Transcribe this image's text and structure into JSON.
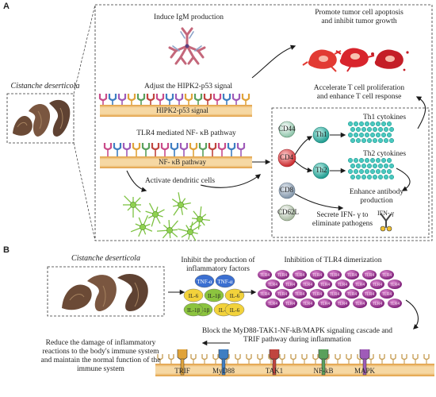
{
  "panel_a": {
    "letter": "A",
    "source": "Cistanche deserticola",
    "induce_igm": "Induce IgM production",
    "hipk2_adjust": "Adjust the HIPK2-p53 signal",
    "hipk2_membrane": "HIPK2-p53 signal",
    "tlr4_nfkb": "TLR4 mediated NF- κB pathway",
    "nfkb_membrane": "NF- κB pathway",
    "dendritic": "Activate dendritic cells",
    "promote_line1": "Promote tumor cell apoptosis",
    "promote_line2": "and inhibit tumor growth",
    "accel_line1": "Accelerate T cell proliferation",
    "accel_line2": "and enhance T cell response",
    "cd44": "CD44",
    "cd4": "CD4",
    "cd8": "CD8",
    "cd62l": "CD62L",
    "th1": "Th1",
    "th2": "Th2",
    "th1_cytokines": "Th1 cytokines",
    "th2_cytokines": "Th2 cytokines",
    "antibody_line1": "Enhance antibody",
    "antibody_line2": "production",
    "ifn_line1": "Secrete IFN- γ to",
    "ifn_line2": "eliminate pathogens",
    "ifn_label": "IFN- γ"
  },
  "panel_b": {
    "letter": "B",
    "source": "Cistanche deserticola",
    "inhibit_line1": "Inhibit the production of",
    "inhibit_line2": "inflammatory factors",
    "tlr4_dimer": "Inhibition of TLR4 dimerization",
    "block_line1": "Block the MyD88-TAK1-NF-kB/MAPK signaling cascade and",
    "block_line2": "TRIF pathway during inflammation",
    "reduce_line1": "Reduce the damage of inflammatory",
    "reduce_line2": "reactions to the body's immune system",
    "reduce_line3": "and maintain the normal function of the",
    "reduce_line4": "immune system",
    "cytokines": [
      "TNF-α",
      "TNF-α",
      "IL-6",
      "IL-1β",
      "IL-6",
      "IL-1β",
      "IL-6",
      "IL-1β",
      "IL-6"
    ],
    "tlr4_label": "TLR4",
    "receptors": [
      "TRIF",
      "MyD88",
      "TAK1",
      "NF-kB",
      "MAPK"
    ]
  },
  "colors": {
    "membrane_head": "#e8a04a",
    "membrane_body": "#f6d7a0",
    "tumor": "#d8242c",
    "cd4_fill": "#d9362f",
    "th_fill": "#2eb5a8",
    "dendritic": "#7dc242",
    "tlr4_cell": "#9b2f8a",
    "arrow": "#1a1a1a"
  }
}
